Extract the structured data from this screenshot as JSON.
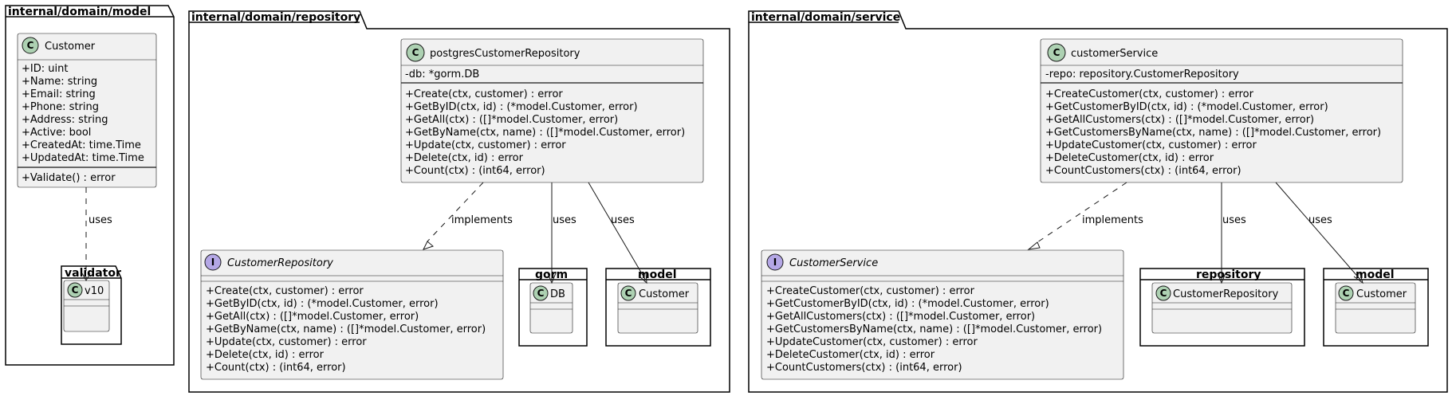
{
  "packages": {
    "model": {
      "title": "internal/domain/model",
      "customer": {
        "name": "Customer",
        "glyph": "C",
        "fields": [
          "+ID: uint",
          "+Name: string",
          "+Email: string",
          "+Phone: string",
          "+Address: string",
          "+Active: bool",
          "+CreatedAt: time.Time",
          "+UpdatedAt: time.Time"
        ],
        "methods": [
          "+Validate() : error"
        ]
      },
      "validator": {
        "title": "validator",
        "class_name": "v10",
        "glyph": "C"
      },
      "uses_label": "uses"
    },
    "repository": {
      "title": "internal/domain/repository",
      "impl": {
        "name": "postgresCustomerRepository",
        "glyph": "C",
        "fields": [
          "-db: *gorm.DB"
        ],
        "methods": [
          "+Create(ctx, customer) : error",
          "+GetByID(ctx, id) : (*model.Customer, error)",
          "+GetAll(ctx) : ([]*model.Customer, error)",
          "+GetByName(ctx, name) : ([]*model.Customer, error)",
          "+Update(ctx, customer) : error",
          "+Delete(ctx, id) : error",
          "+Count(ctx) : (int64, error)"
        ]
      },
      "iface": {
        "name": "CustomerRepository",
        "glyph": "I",
        "methods": [
          "+Create(ctx, customer) : error",
          "+GetByID(ctx, id) : (*model.Customer, error)",
          "+GetAll(ctx) : ([]*model.Customer, error)",
          "+GetByName(ctx, name) : ([]*model.Customer, error)",
          "+Update(ctx, customer) : error",
          "+Delete(ctx, id) : error",
          "+Count(ctx) : (int64, error)"
        ]
      },
      "gorm": {
        "title": "gorm",
        "class_name": "DB",
        "glyph": "C"
      },
      "model": {
        "title": "model",
        "class_name": "Customer",
        "glyph": "C"
      },
      "labels": {
        "implements": "implements",
        "uses_gorm": "uses",
        "uses_model": "uses"
      }
    },
    "service": {
      "title": "internal/domain/service",
      "impl": {
        "name": "customerService",
        "glyph": "C",
        "fields": [
          "-repo: repository.CustomerRepository"
        ],
        "methods": [
          "+CreateCustomer(ctx, customer) : error",
          "+GetCustomerByID(ctx, id) : (*model.Customer, error)",
          "+GetAllCustomers(ctx) : ([]*model.Customer, error)",
          "+GetCustomersByName(ctx, name) : ([]*model.Customer, error)",
          "+UpdateCustomer(ctx, customer) : error",
          "+DeleteCustomer(ctx, id) : error",
          "+CountCustomers(ctx) : (int64, error)"
        ]
      },
      "iface": {
        "name": "CustomerService",
        "glyph": "I",
        "methods": [
          "+CreateCustomer(ctx, customer) : error",
          "+GetCustomerByID(ctx, id) : (*model.Customer, error)",
          "+GetAllCustomers(ctx) : ([]*model.Customer, error)",
          "+GetCustomersByName(ctx, name) : ([]*model.Customer, error)",
          "+UpdateCustomer(ctx, customer) : error",
          "+DeleteCustomer(ctx, id) : error",
          "+CountCustomers(ctx) : (int64, error)"
        ]
      },
      "repository": {
        "title": "repository",
        "class_name": "CustomerRepository",
        "glyph": "C"
      },
      "model": {
        "title": "model",
        "class_name": "Customer",
        "glyph": "C"
      },
      "labels": {
        "implements": "implements",
        "uses_repo": "uses",
        "uses_model": "uses"
      }
    }
  }
}
